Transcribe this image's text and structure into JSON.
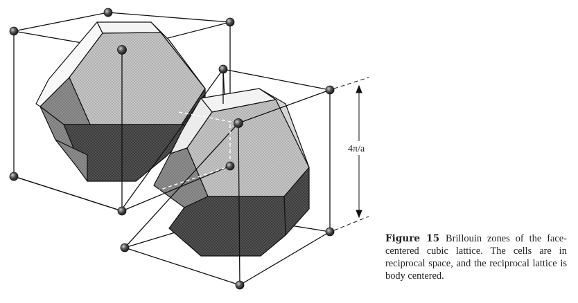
{
  "figure": {
    "dimension_label": "4π/a"
  },
  "caption": {
    "label": "Figure 15",
    "text": "Brillouin zones of the face-centered cubic lattice. The cells are in reciprocal space, and the reciprocal lattice is body centered."
  },
  "colors": {
    "light_face": "#c4c4c4",
    "medium_face": "#8f8f8f",
    "dark_face": "#555555",
    "edge": "#111111",
    "atom": "#3a3a3a"
  }
}
